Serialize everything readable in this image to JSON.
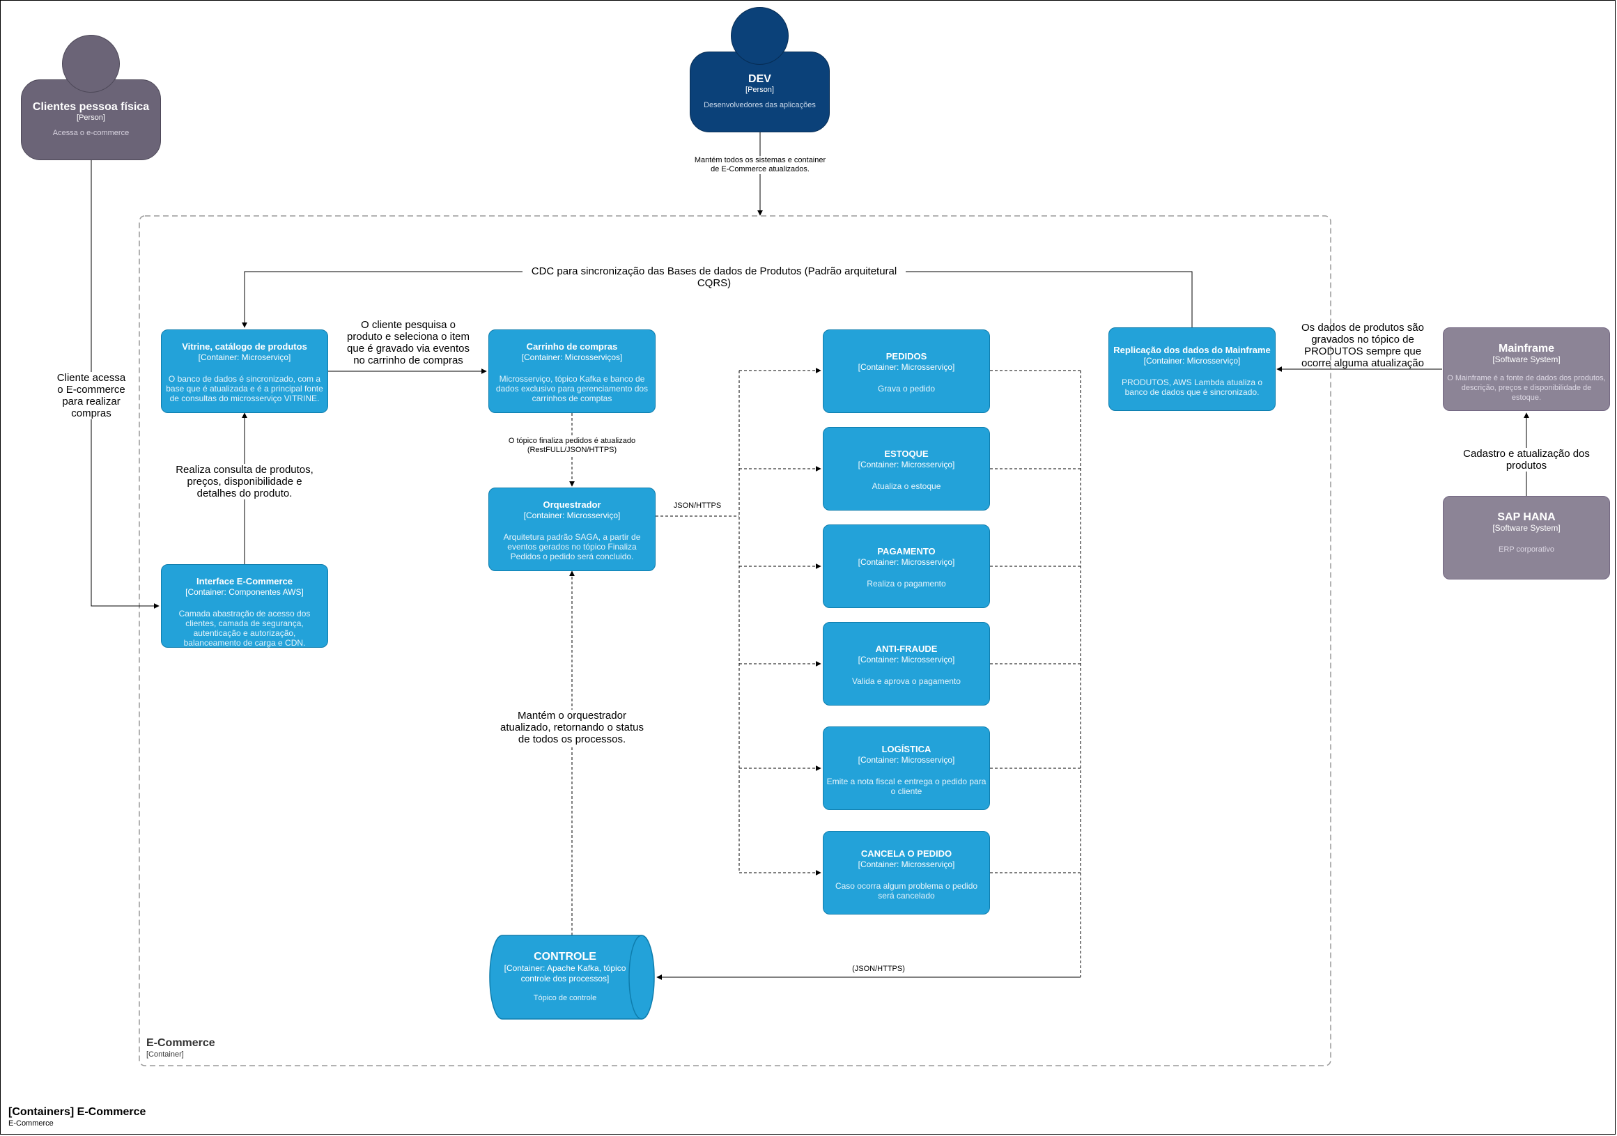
{
  "persons": {
    "clientes": {
      "name": "Clientes pessoa física",
      "type": "[Person]",
      "desc": "Acessa o e-commerce",
      "color": "#6b6477"
    },
    "dev": {
      "name": "DEV",
      "type": "[Person]",
      "desc": "Desenvolvedores das aplicações",
      "color": "#0b4179"
    }
  },
  "boundary": {
    "name": "E-Commerce",
    "type": "[Container]"
  },
  "containers": {
    "vitrine": {
      "name": "Vitrine, catálogo de produtos",
      "type": "[Container: Microserviço]",
      "desc": "O banco de dados é sincronizado, com a base que é atualizada e é a principal fonte de consultas do microsserviço VITRINE."
    },
    "carrinho": {
      "name": "Carrinho de compras",
      "type": "[Container: Microsserviços]",
      "desc": "Microsserviço, tópico Kafka e banco de dados exclusivo para gerenciamento dos carrinhos de comptas"
    },
    "orquestrador": {
      "name": "Orquestrador",
      "type": "[Container: Microsserviço]",
      "desc": "Arquitetura padrão SAGA, a partir de eventos gerados no tópico Finaliza Pedidos o pedido será concluido."
    },
    "interface": {
      "name": "Interface E-Commerce",
      "type": "[Container: Componentes AWS]",
      "desc": "Camada abastração de acesso dos clientes, camada de segurança, autenticação e autorização, balanceamento de carga e CDN."
    },
    "replicacao": {
      "name": "Replicação dos dados do Mainframe",
      "type": "[Container: Microsserviço]",
      "desc": "PRODUTOS, AWS Lambda atualiza o banco de dados que é sincronizado."
    },
    "pedidos": {
      "name": "PEDIDOS",
      "type": "[Container: Microsserviço]",
      "desc": "Grava o pedido"
    },
    "estoque": {
      "name": "ESTOQUE",
      "type": "[Container: Microsserviço]",
      "desc": "Atualiza o estoque"
    },
    "pagamento": {
      "name": "PAGAMENTO",
      "type": "[Container: Microsserviço]",
      "desc": "Realiza o pagamento"
    },
    "antifraude": {
      "name": "ANTI-FRAUDE",
      "type": "[Container: Microsserviço]",
      "desc": "Valida e aprova o pagamento"
    },
    "logistica": {
      "name": "LOGÍSTICA",
      "type": "[Container: Microsserviço]",
      "desc": "Emite a nota fiscal e entrega o pedido para o cliente"
    },
    "cancela": {
      "name": "CANCELA O PEDIDO",
      "type": "[Container: Microsserviço]",
      "desc": "Caso ocorra algum problema o pedido será cancelado"
    },
    "controle": {
      "name": "CONTROLE",
      "type": "[Container: Apache Kafka, tópico controle dos processos]",
      "desc": "Tópico de controle"
    }
  },
  "systems": {
    "mainframe": {
      "name": "Mainframe",
      "type": "[Software System]",
      "desc": "O Mainframe é a fonte de dados dos produtos, descrição, preços e disponibilidade de estoque."
    },
    "saphana": {
      "name": "SAP HANA",
      "type": "[Software System]",
      "desc": "ERP corporativo"
    }
  },
  "relations": {
    "dev_boundary": "Mantém todos os sistemas e container\nde E-Commerce atualizados.",
    "cdc": "CDC para sincronização das Bases de dados de Produtos (Padrão arquitetural CQRS)",
    "cliente_interface": "Cliente acessa\no E-commerce\npara realizar\ncompras",
    "vitrine_carrinho": "O cliente pesquisa o\nproduto e seleciona o item\nque é gravado via eventos\nno carrinho de compras",
    "interface_vitrine": "Realiza consulta de produtos,\npreços, disponibilidade e\ndetalhes do produto.",
    "carrinho_orquestrador": "O tópico finaliza pedidos é atualizado\n(RestFULL/JSON/HTTPS)",
    "orquestrador_out": "JSON/HTTPS",
    "controle_orquestrador": "Mantém o orquestrador\natualizado, retornando o status\nde todos os processos.",
    "services_controle": "(JSON/HTTPS)",
    "mainframe_replicacao": "Os dados de produtos são\ngravados no tópico de\nPRODUTOS sempre que\nocorre alguma atualização",
    "saphana_mainframe": "Cadastro e atualização dos produtos"
  },
  "footer": {
    "title": "[Containers] E-Commerce",
    "subtitle": "E-Commerce"
  }
}
